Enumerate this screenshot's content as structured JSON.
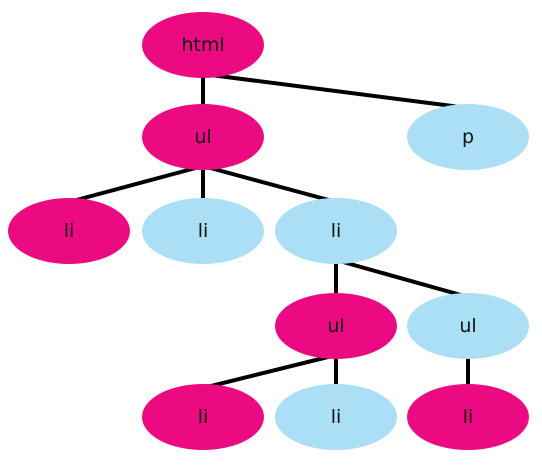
{
  "colors": {
    "highlight": "#ec0a82",
    "normal": "#aadff5",
    "edge": "#000000",
    "text": "#111111"
  },
  "nodes": [
    {
      "id": "html",
      "label": "html",
      "state": "highlight"
    },
    {
      "id": "ul1",
      "label": "ul",
      "state": "highlight"
    },
    {
      "id": "p",
      "label": "p",
      "state": "normal"
    },
    {
      "id": "li1",
      "label": "li",
      "state": "highlight"
    },
    {
      "id": "li2",
      "label": "li",
      "state": "normal"
    },
    {
      "id": "li3",
      "label": "li",
      "state": "normal"
    },
    {
      "id": "ul2",
      "label": "ul",
      "state": "highlight"
    },
    {
      "id": "ul3",
      "label": "ul",
      "state": "normal"
    },
    {
      "id": "li4",
      "label": "li",
      "state": "highlight"
    },
    {
      "id": "li5",
      "label": "li",
      "state": "normal"
    },
    {
      "id": "li6",
      "label": "li",
      "state": "highlight"
    }
  ],
  "edges": [
    [
      "html",
      "ul1"
    ],
    [
      "html",
      "p"
    ],
    [
      "ul1",
      "li1"
    ],
    [
      "ul1",
      "li2"
    ],
    [
      "ul1",
      "li3"
    ],
    [
      "li3",
      "ul2"
    ],
    [
      "li3",
      "ul3"
    ],
    [
      "ul2",
      "li4"
    ],
    [
      "ul2",
      "li5"
    ],
    [
      "ul3",
      "li6"
    ]
  ]
}
